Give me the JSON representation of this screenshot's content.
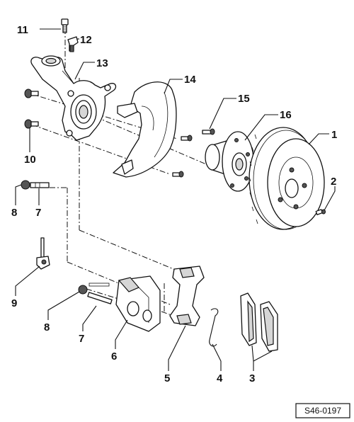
{
  "figure": {
    "reference": "S46-0197",
    "callouts": [
      {
        "id": "c1",
        "text": "1"
      },
      {
        "id": "c2",
        "text": "2"
      },
      {
        "id": "c3",
        "text": "3"
      },
      {
        "id": "c4",
        "text": "4"
      },
      {
        "id": "c5",
        "text": "5"
      },
      {
        "id": "c6",
        "text": "6"
      },
      {
        "id": "c7a",
        "text": "7"
      },
      {
        "id": "c7b",
        "text": "7"
      },
      {
        "id": "c8a",
        "text": "8"
      },
      {
        "id": "c8b",
        "text": "8"
      },
      {
        "id": "c9",
        "text": "9"
      },
      {
        "id": "c10",
        "text": "10"
      },
      {
        "id": "c11",
        "text": "11"
      },
      {
        "id": "c12",
        "text": "12"
      },
      {
        "id": "c13",
        "text": "13"
      },
      {
        "id": "c14",
        "text": "14"
      },
      {
        "id": "c15",
        "text": "15"
      },
      {
        "id": "c16",
        "text": "16"
      }
    ]
  }
}
